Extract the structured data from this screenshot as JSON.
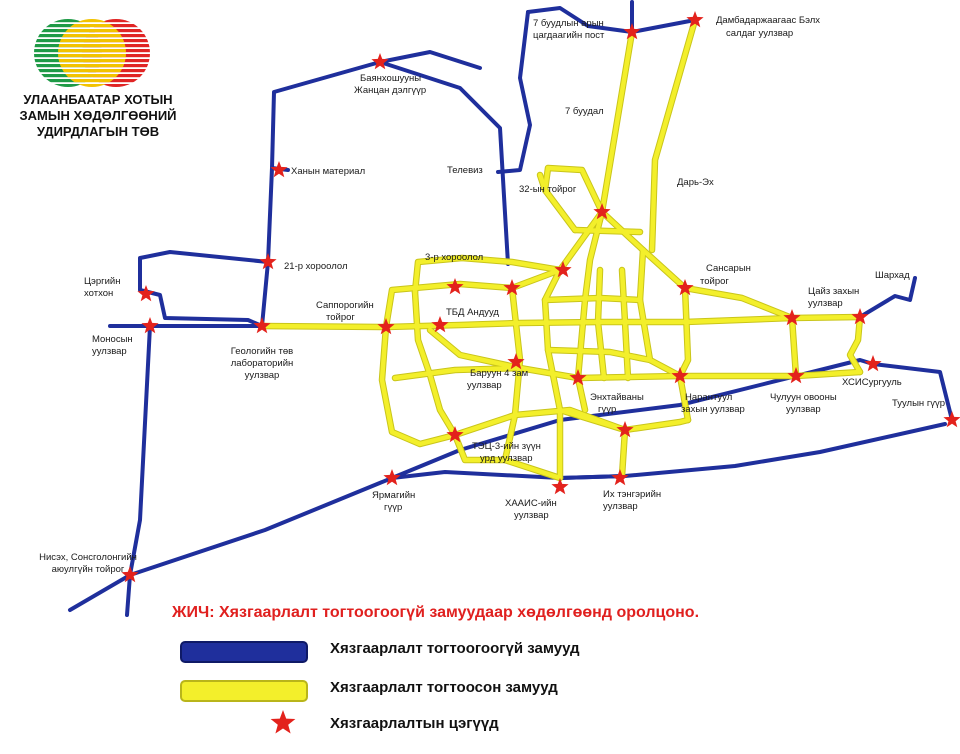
{
  "colors": {
    "unrestricted_road": "#1f2f9c",
    "restricted_road": "#f3ef2b",
    "restricted_road_edge": "#c9c51a",
    "checkpoint_star": "#e3221c",
    "note_text": "#e0201f",
    "logo_green": "#1e9a46",
    "logo_yellow": "#f2c300",
    "logo_red": "#e02424"
  },
  "logo": {
    "icon": "three-circles-logo",
    "line1": "УЛААНБААТАР ХОТЫН",
    "line2": "ЗАМЫН ХӨДӨЛГӨӨНИЙ",
    "line3": "УДИРДЛАГЫН ТӨВ"
  },
  "labels": {
    "l1": "7 буудлын арын",
    "l2": "цагдаагийн пост",
    "l3": "Дамбадаржаагаас Бэлх",
    "l4": "салдаг уулзвар",
    "l5": "Баянхошууны",
    "l6": "Жанцан дэлгүүр",
    "l7": "7 буудал",
    "l8": "Ханын материал",
    "l9": "Телевиз",
    "l10": "Дарь-Эх",
    "l11": "32-ын тойрог",
    "l12": "3-р хороолол",
    "l13": "21-р хороолол",
    "l14": "Сансарын",
    "l15": "тойрог",
    "l16": "Шархад",
    "l17": "Цайз захын",
    "l18": "уулзвар",
    "l19": "Цэргийн",
    "l20": "хотхон",
    "l21": "Саппорогийн",
    "l22": "тойрог",
    "l23": "ТБД Андууд",
    "l24": "Моносын",
    "l25": "уулзвар",
    "l26": "Геологийн төв",
    "l27": "лабораторийн",
    "l28": "уулзвар",
    "l29": "Баруун 4 зам",
    "l30": "уулзвар",
    "l31": "Энхтайваны",
    "l32": "гүүр",
    "l33": "Нарантуул",
    "l34": "захын уулзвар",
    "l35": "Чулуун овооны",
    "l36": "уулзвар",
    "l37": "ХСИСургууль",
    "l38": "Туулын гүүр",
    "l39": "ТЭЦ-3-ийн зүүн",
    "l40": "урд уулзвар",
    "l41": "Ярмагийн",
    "l42": "гүүр",
    "l43": "ХААИС-ийн",
    "l44": "уулзвар",
    "l45": "Их тэнгэрийн",
    "l46": "уулзвар",
    "l47": "Нисэх, Сонсголонгийн",
    "l48": "аюулгүйн тойрог"
  },
  "note": "ЖИЧ: Хязгаарлалт тогтоогоогүй замуудаар хөдөлгөөнд оролцоно.",
  "legend": {
    "unrestricted": "Хязгаарлалт тогтоогоогүй замууд",
    "restricted": "Хязгаарлалт тогтоосон замууд",
    "checkpoints": "Хязгаарлалтын цэгүүд",
    "star_icon": "red-star-icon"
  }
}
